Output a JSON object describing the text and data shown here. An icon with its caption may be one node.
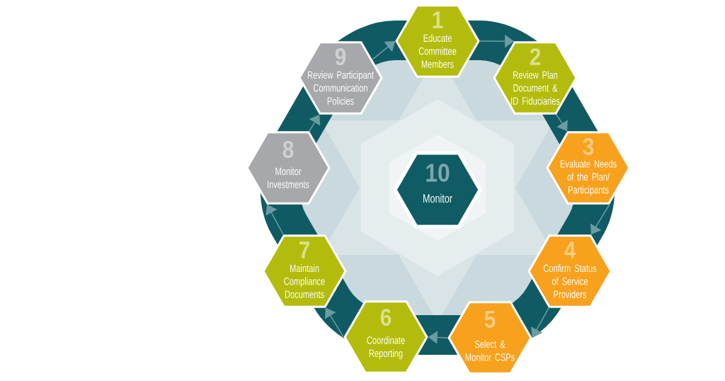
{
  "diagram": {
    "nodes": [
      {
        "text": [
          "1",
          "Educate Committee Members"
        ]
      },
      {
        "text": [
          "2",
          "Review Plan Document & ID Fiduciaries"
        ]
      },
      {
        "text": [
          "3",
          "Evaluate Needs of the Plan/ Participants"
        ]
      },
      {
        "text": [
          "4",
          "Confirm Status of Service Providers"
        ]
      },
      {
        "text": [
          "5",
          "Select & Monitor CSPs"
        ]
      },
      {
        "text": [
          "6",
          "Coordinate Reporting"
        ]
      },
      {
        "text": [
          "7",
          "Maintain Compliance Documents"
        ]
      },
      {
        "text": [
          "8",
          "Monitor Investments"
        ]
      },
      {
        "text": [
          "9",
          "Review Participant Communication Policies"
        ]
      },
      {
        "text": [
          "10",
          "Monitor"
        ]
      }
    ],
    "edges": [
      {
        "from": 0,
        "to": 1,
        "arrow": "to"
      },
      {
        "from": 1,
        "to": 2,
        "arrow": "to"
      },
      {
        "from": 2,
        "to": 3,
        "arrow": "to"
      },
      {
        "from": 3,
        "to": 4,
        "arrow": "to"
      },
      {
        "from": 4,
        "to": 5,
        "arrow": "to"
      },
      {
        "from": 5,
        "to": 6,
        "arrow": "to"
      },
      {
        "from": 6,
        "to": 7,
        "arrow": "to"
      },
      {
        "from": 7,
        "to": 8,
        "arrow": "to"
      },
      {
        "from": 8,
        "to": 0,
        "arrow": "to"
      }
    ]
  }
}
